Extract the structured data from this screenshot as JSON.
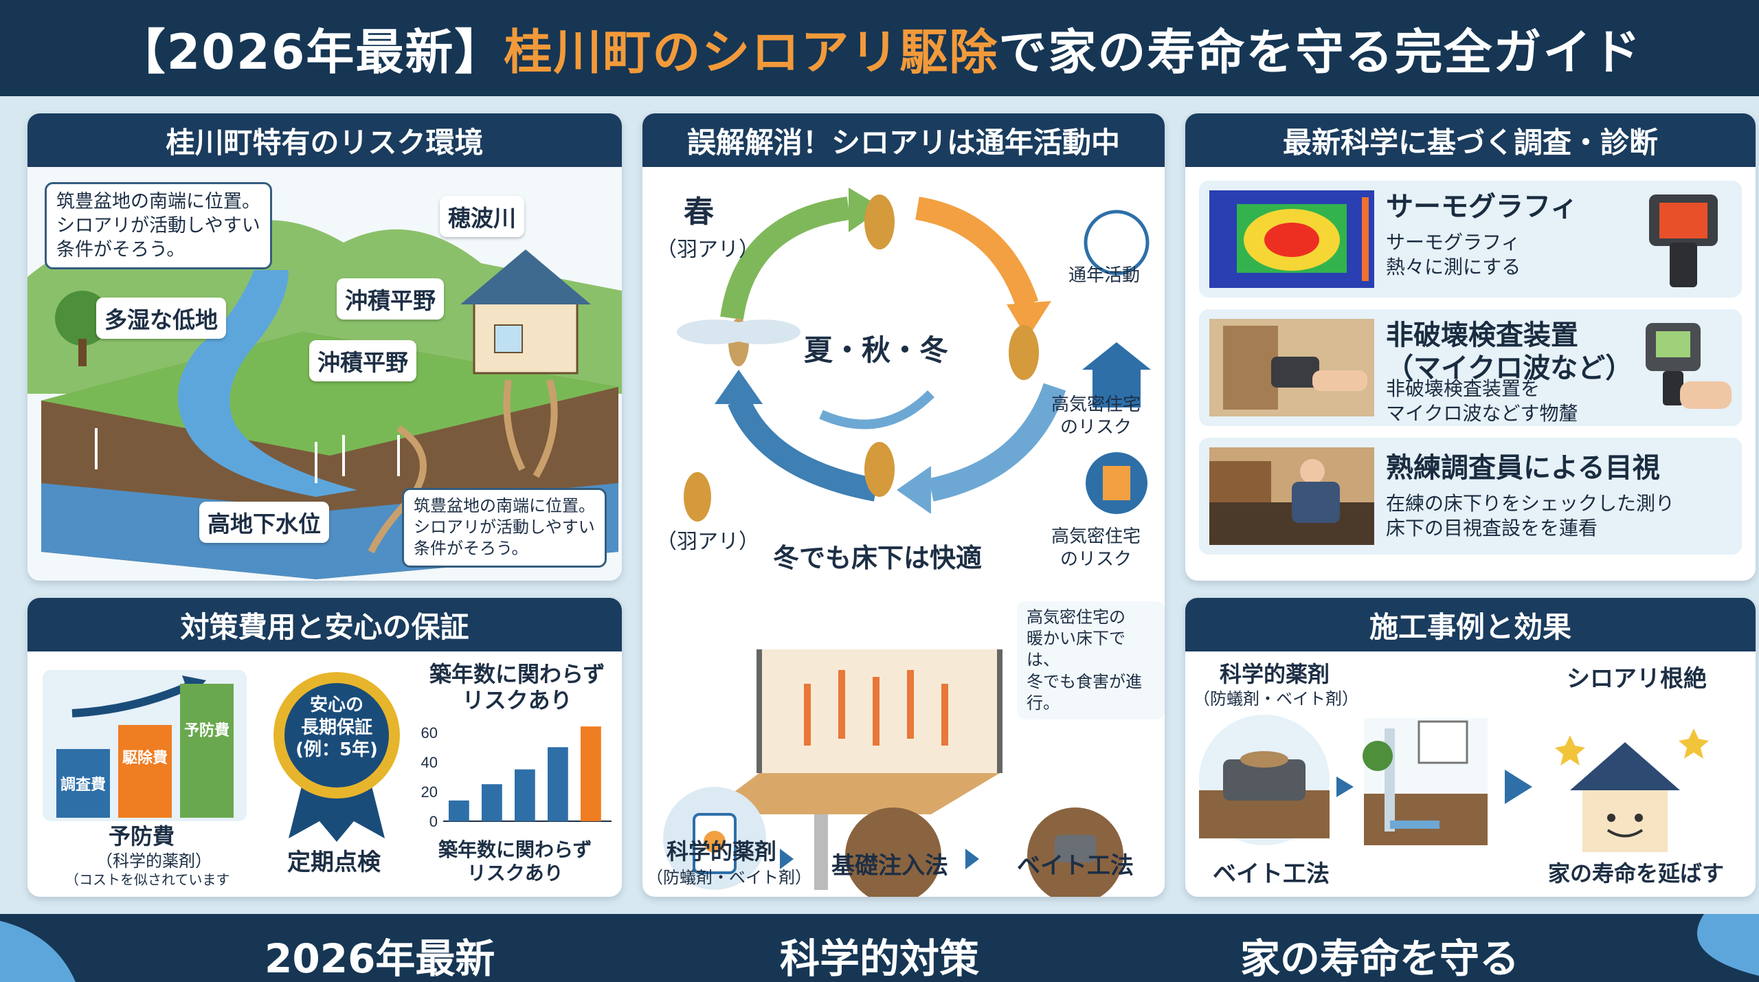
{
  "header": {
    "title_prefix": "【2026年最新】",
    "title_accent": "桂川町のシロアリ駆除",
    "title_suffix": "で家の寿命を守る完全ガイド"
  },
  "risk_panel": {
    "title": "桂川町特有のリスク環境",
    "bubble_top": "筑豊盆地の南端に位置。\nシロアリが活動しやすい\n条件がそろう。",
    "label_river": "穂波川",
    "label_lowland": "多湿な低地",
    "label_plain_1": "沖積平野",
    "label_plain_2": "沖積平野",
    "label_groundwater": "高地下水位",
    "bubble_bottom": "筑豊盆地の南端に位置。\nシロアリが活動しやすい\n条件がそろう。"
  },
  "cycle_panel": {
    "title": "誤解解消！シロアリは通年活動中",
    "spring": "春",
    "spring_sub": "（羽アリ）",
    "center": "夏・秋・冬",
    "left_sub": "（羽アリ）",
    "icon_label_1": "通年活動",
    "icon_label_2": "高気密住宅\nのリスク",
    "icon_label_3": "高気密住宅\nのリスク",
    "winter_title": "冬でも床下は快適",
    "winter_bubble": "高気密住宅の\n暖かい床下では、\n冬でも食害が進行。",
    "method_1": "科学的薬剤",
    "method_1_sub": "（防蟻剤・ベイト剤）",
    "method_2": "基礎注入法",
    "method_3": "ベイト工法"
  },
  "survey_panel": {
    "title": "最新科学に基づく調査・診断",
    "cards": [
      {
        "title": "サーモグラフィ",
        "desc": "サーモグラフィ\n熱々に測にする"
      },
      {
        "title": "非破壊検査装置\n（マイクロ波など）",
        "desc": "非破壊検査装置を\nマイクロ波などす物釐"
      },
      {
        "title": "熟練調査員による目視",
        "desc": "在練の床下りをシェックした測り\n床下の目視査設をを蓮看"
      }
    ]
  },
  "cost_panel": {
    "title": "対策費用と安心の保証",
    "bars": [
      "調査費",
      "駆除費",
      "予防費"
    ],
    "cost_label": "予防費",
    "cost_sub": "（科学的薬剤）",
    "cost_note": "（コストを似されています",
    "badge": "安心の\n長期保証\n(例：5年)",
    "badge_label": "定期点検",
    "chart_title": "築年数に関わらず\nリスクあり",
    "chart_caption": "築年数に関わらず\nリスクあり"
  },
  "chart_data": {
    "type": "bar",
    "title": "築年数に関わらず リスクあり",
    "yticks": [
      0,
      20,
      40,
      60
    ],
    "ylim": [
      0,
      65
    ],
    "values": [
      14,
      25,
      35,
      50,
      64
    ],
    "colors": [
      "#2e6fa8",
      "#2e6fa8",
      "#2e6fa8",
      "#2e6fa8",
      "#ef7d22"
    ]
  },
  "cases_panel": {
    "title": "施工事例と効果",
    "label_left": "科学的薬剤",
    "label_left_sub": "（防蟻剤・ベイト剤）",
    "label_right": "シロアリ根絶",
    "label_bait": "ベイト工法",
    "label_house": "家の寿命を延ばす"
  },
  "footer": {
    "item_1": "2026年最新",
    "item_2": "科学的対策",
    "item_3": "家の寿命を守る"
  },
  "colors": {
    "navy": "#163654",
    "panel_title": "#1a3c5e",
    "orange": "#f29a3a",
    "green": "#6aa84f",
    "blue": "#2e6fa8"
  }
}
